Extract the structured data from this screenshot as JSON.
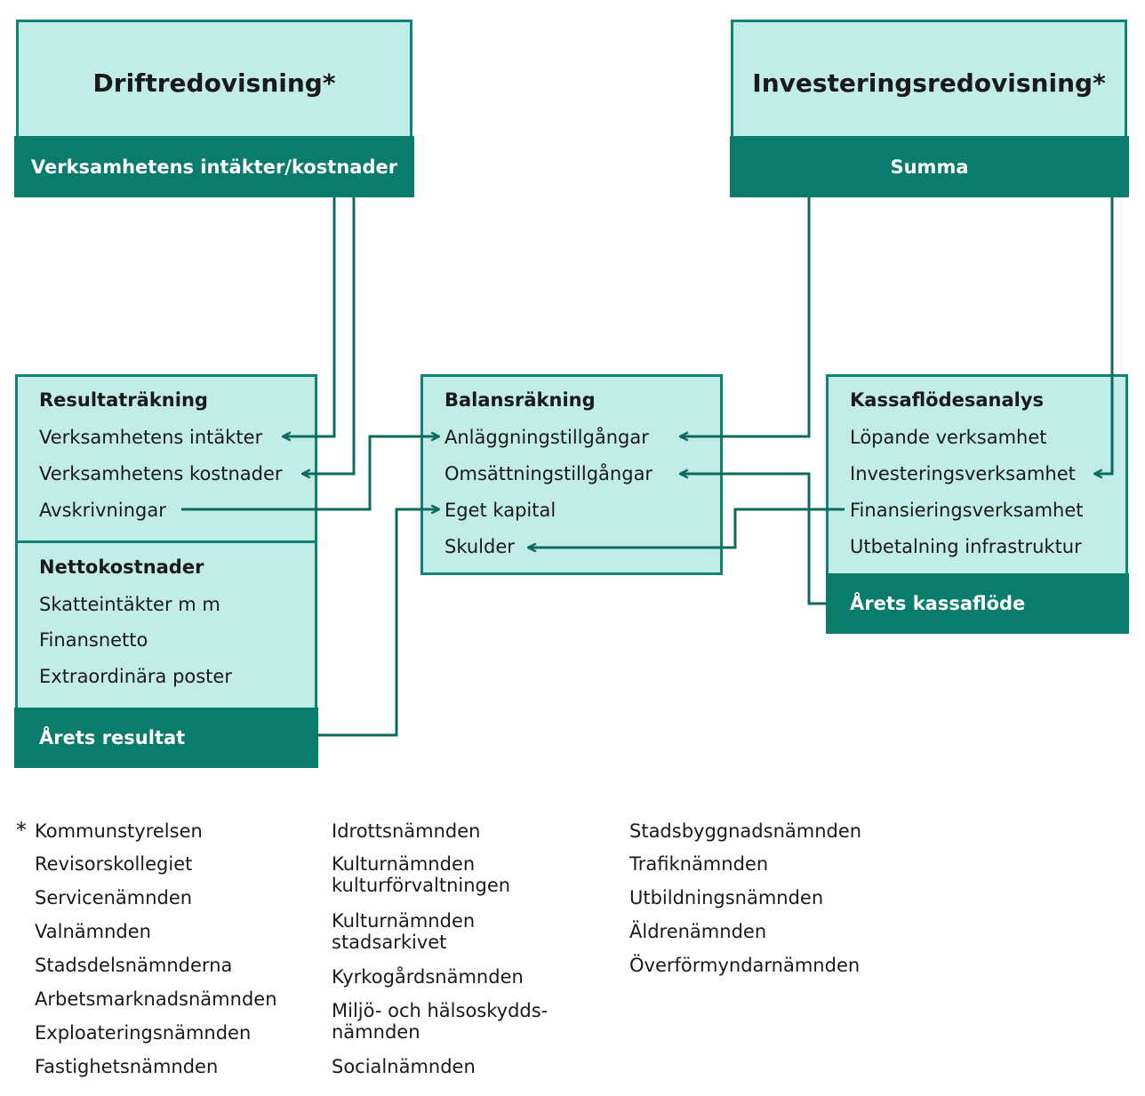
{
  "drift": {
    "title": "Driftredovisning*",
    "band": "Verksamhetens intäkter/kostnader"
  },
  "invest": {
    "title": "Investeringsredovisning*",
    "band": "Summa"
  },
  "resultat": {
    "heading": "Resultaträkning",
    "items": [
      "Verksamhetens intäkter",
      "Verksamhetens kostnader",
      "Avskrivningar"
    ],
    "netto_heading": "Nettokostnader",
    "netto_items": [
      "Skatteintäkter m m",
      "Finansnetto",
      "Extraordinära poster"
    ],
    "band": "Årets resultat"
  },
  "balans": {
    "heading": "Balansräkning",
    "items": [
      "Anläggningstillgångar",
      "Omsättningstillgångar",
      "Eget kapital",
      "Skulder"
    ]
  },
  "kassa": {
    "heading": "Kassaflödesanalys",
    "items": [
      "Löpande verksamhet",
      "Investeringsverksamhet",
      "Finansieringsverksamhet",
      "Utbetalning infrastruktur"
    ],
    "band": "Årets kassaflöde"
  },
  "legend": {
    "marker": "*",
    "col1": [
      "Kommunstyrelsen",
      "Revisorskollegiet",
      "Servicenämnden",
      "Valnämnden",
      "Stadsdelsnämnderna",
      "Arbetsmarknadsnämnden",
      "Exploateringsnämnden",
      "Fastighetsnämnden"
    ],
    "col2": [
      "Idrottsnämnden",
      "Kulturnämnden\nkulturförvaltningen",
      "Kulturnämnden\nstadsarkivet",
      "Kyrkogårdsnämnden",
      "Miljö- och hälsoskydds-\nnämnden",
      "Socialnämnden"
    ],
    "col3": [
      "Stadsbyggnadsnämnden",
      "Trafiknämnden",
      "Utbildningsnämnden",
      "Äldrenämnden",
      "Överförmyndarnämnden"
    ]
  },
  "colors": {
    "light_fill": "#c1ede6",
    "dark_fill": "#0a7c6c",
    "line": "#0a6b5e"
  }
}
